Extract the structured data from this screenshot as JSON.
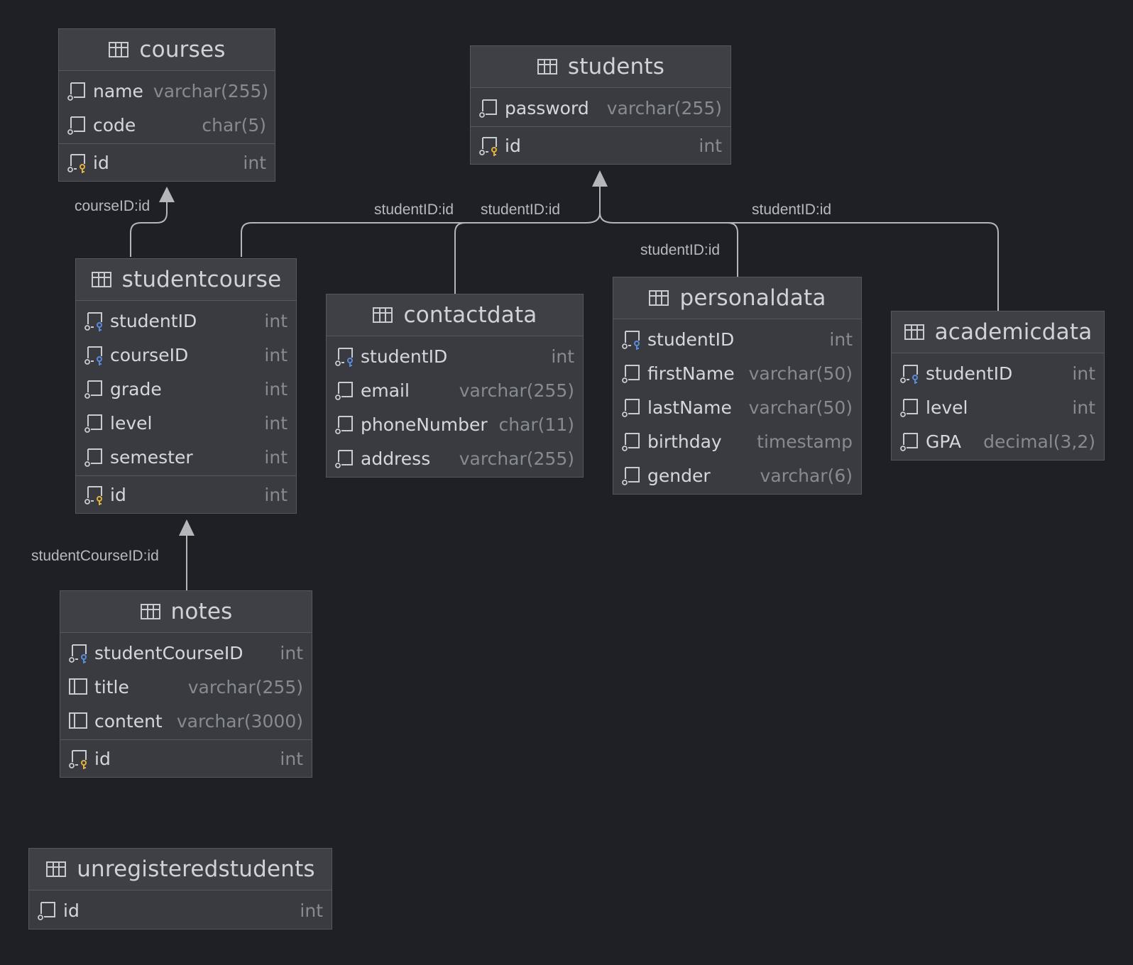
{
  "tables": {
    "courses": {
      "name": "courses",
      "columns": [
        {
          "name": "name",
          "type": "varchar(255)",
          "icon": "column-icon"
        },
        {
          "name": "code",
          "type": "char(5)",
          "icon": "column-icon"
        }
      ],
      "pk": {
        "name": "id",
        "type": "int",
        "icon": "primary-key-icon"
      }
    },
    "students": {
      "name": "students",
      "columns": [
        {
          "name": "password",
          "type": "varchar(255)",
          "icon": "column-icon"
        }
      ],
      "pk": {
        "name": "id",
        "type": "int",
        "icon": "primary-key-icon"
      }
    },
    "studentcourse": {
      "name": "studentcourse",
      "columns": [
        {
          "name": "studentID",
          "type": "int",
          "icon": "foreign-key-icon"
        },
        {
          "name": "courseID",
          "type": "int",
          "icon": "foreign-key-icon"
        },
        {
          "name": "grade",
          "type": "int",
          "icon": "column-icon"
        },
        {
          "name": "level",
          "type": "int",
          "icon": "column-icon"
        },
        {
          "name": "semester",
          "type": "int",
          "icon": "column-icon"
        }
      ],
      "pk": {
        "name": "id",
        "type": "int",
        "icon": "primary-key-icon"
      }
    },
    "contactdata": {
      "name": "contactdata",
      "columns": [
        {
          "name": "studentID",
          "type": "int",
          "icon": "foreign-key-icon"
        },
        {
          "name": "email",
          "type": "varchar(255)",
          "icon": "column-icon"
        },
        {
          "name": "phoneNumber",
          "type": "char(11)",
          "icon": "column-icon"
        },
        {
          "name": "address",
          "type": "varchar(255)",
          "icon": "column-icon"
        }
      ]
    },
    "personaldata": {
      "name": "personaldata",
      "columns": [
        {
          "name": "studentID",
          "type": "int",
          "icon": "foreign-key-icon"
        },
        {
          "name": "firstName",
          "type": "varchar(50)",
          "icon": "column-icon"
        },
        {
          "name": "lastName",
          "type": "varchar(50)",
          "icon": "column-icon"
        },
        {
          "name": "birthday",
          "type": "timestamp",
          "icon": "column-icon"
        },
        {
          "name": "gender",
          "type": "varchar(6)",
          "icon": "column-icon"
        }
      ]
    },
    "academicdata": {
      "name": "academicdata",
      "columns": [
        {
          "name": "studentID",
          "type": "int",
          "icon": "foreign-key-icon"
        },
        {
          "name": "level",
          "type": "int",
          "icon": "column-icon"
        },
        {
          "name": "GPA",
          "type": "decimal(3,2)",
          "icon": "column-icon"
        }
      ]
    },
    "notes": {
      "name": "notes",
      "columns": [
        {
          "name": "studentCourseID",
          "type": "int",
          "icon": "foreign-key-icon"
        },
        {
          "name": "title",
          "type": "varchar(255)",
          "icon": "plain-column-icon"
        },
        {
          "name": "content",
          "type": "varchar(3000)",
          "icon": "plain-column-icon"
        }
      ],
      "pk": {
        "name": "id",
        "type": "int",
        "icon": "primary-key-icon"
      }
    },
    "unregisteredstudents": {
      "name": "unregisteredstudents",
      "columns": [
        {
          "name": "id",
          "type": "int",
          "icon": "column-icon"
        }
      ]
    }
  },
  "relations": [
    {
      "label": "courseID:id",
      "from": "studentcourse",
      "to": "courses"
    },
    {
      "label": "studentID:id",
      "from": "studentcourse",
      "to": "students"
    },
    {
      "label": "studentID:id",
      "from": "contactdata",
      "to": "students"
    },
    {
      "label": "studentID:id",
      "from": "personaldata",
      "to": "students"
    },
    {
      "label": "studentID:id",
      "from": "academicdata",
      "to": "students"
    },
    {
      "label": "studentCourseID:id",
      "from": "notes",
      "to": "studentcourse"
    }
  ],
  "colors": {
    "background": "#1f2025",
    "table_fill": "#393b40",
    "header_fill": "#3e4045",
    "border": "#56585e",
    "primary_key": "#e0b13f",
    "foreign_key": "#5b8bd6",
    "connector": "#b4b6ba"
  }
}
